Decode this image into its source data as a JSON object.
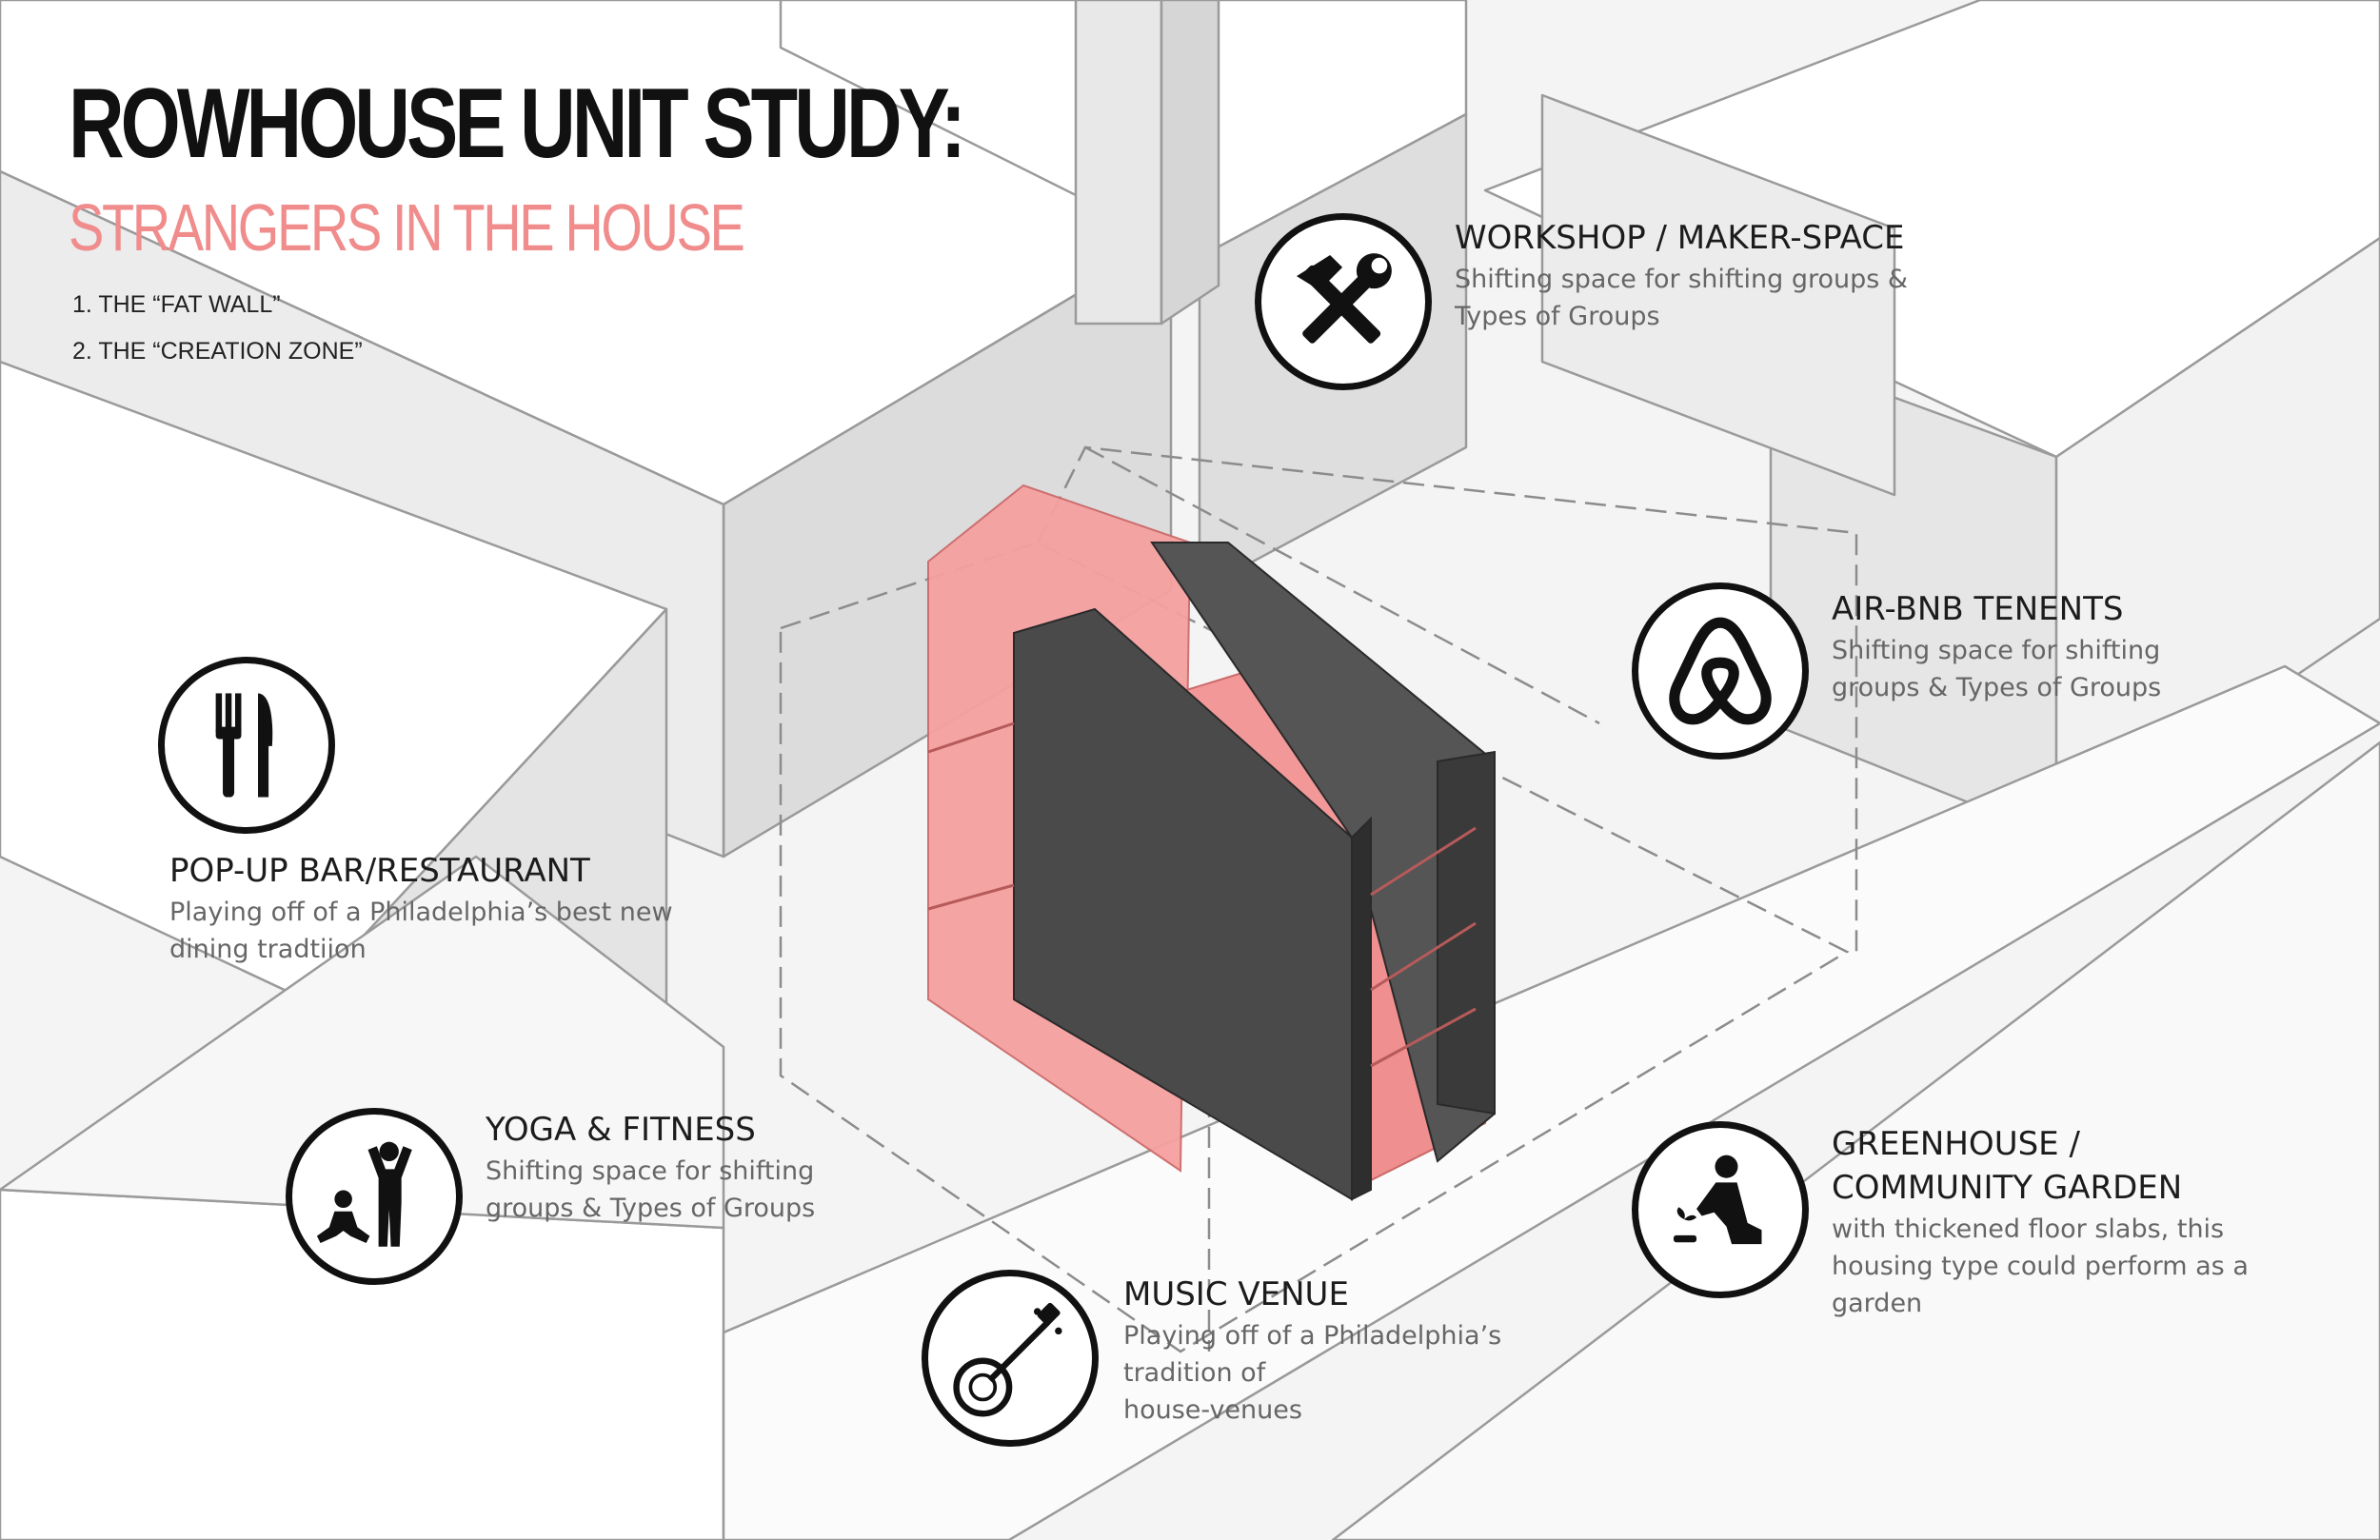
{
  "title": "ROWHOUSE UNIT STUDY:",
  "subtitle": "STRANGERS IN THE HOUSE",
  "notes": [
    "1. THE “FAT WALL”",
    "2. THE “CREATION ZONE”"
  ],
  "colors": {
    "accent": "#f08c8c",
    "dark_volume": "#4a4a4a",
    "ink": "#111111",
    "background": "#f4f4f4"
  },
  "programs": {
    "workshop": {
      "icon": "hammer-wrench-icon",
      "title": "WORKSHOP / MAKER-SPACE",
      "desc_1": "Shifting space for shifting groups &",
      "desc_2": "Types of Groups"
    },
    "airbnb": {
      "icon": "airbnb-logo-icon",
      "title": "AIR-BNB TENENTS",
      "desc_1": "Shifting space for shifting",
      "desc_2": "groups & Types of Groups"
    },
    "popup": {
      "icon": "fork-knife-icon",
      "title": "POP-UP BAR/RESTAURANT",
      "desc_1": "Playing off of a Philadelphia’s best new",
      "desc_2": "dining tradtiion"
    },
    "yoga": {
      "icon": "yoga-figures-icon",
      "title": "YOGA & FITNESS",
      "desc_1": "Shifting space for shifting",
      "desc_2": "groups & Types of Groups"
    },
    "music": {
      "icon": "banjo-icon",
      "title": "MUSIC VENUE",
      "desc_1": "Playing off of a Philadelphia’s",
      "desc_2": "tradition of",
      "desc_3": "house-venues"
    },
    "greenhouse": {
      "icon": "gardener-icon",
      "title_1": "GREENHOUSE /",
      "title_2": "COMMUNITY GARDEN",
      "desc_1": "with thickened floor slabs, this",
      "desc_2": "housing type could perform as a",
      "desc_3": "garden"
    }
  }
}
